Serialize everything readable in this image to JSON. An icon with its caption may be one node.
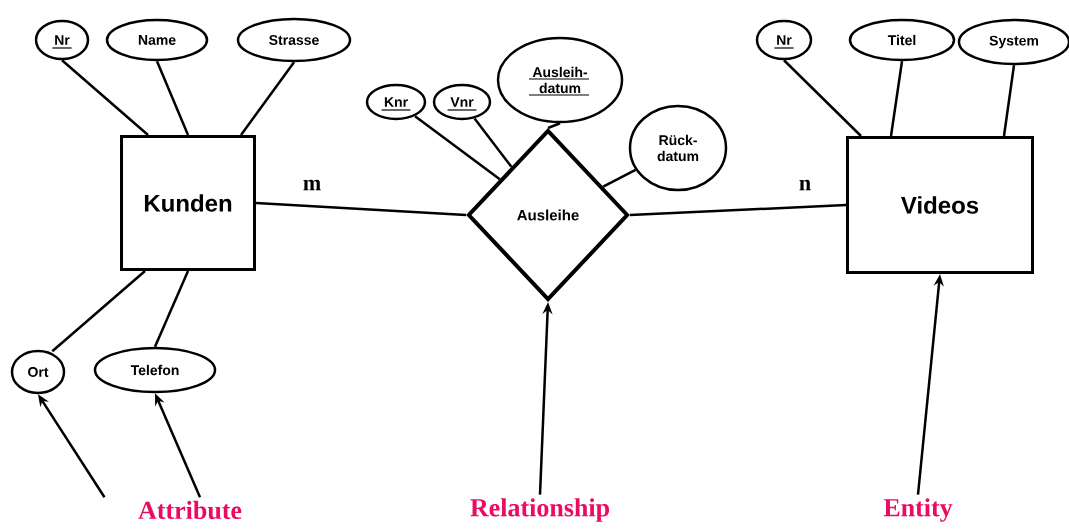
{
  "diagram": {
    "nodes": [
      {
        "text": [
          "Kunden"
        ]
      },
      {
        "text": [
          "Ausleihe"
        ]
      },
      {
        "text": [
          "Videos"
        ]
      },
      {
        "text": [
          "Nr"
        ]
      },
      {
        "text": [
          "Name"
        ]
      },
      {
        "text": [
          "Strasse"
        ]
      },
      {
        "text": [
          "Ort"
        ]
      },
      {
        "text": [
          "Telefon"
        ]
      },
      {
        "text": [
          "Knr"
        ]
      },
      {
        "text": [
          "Vnr"
        ]
      },
      {
        "text": [
          "Ausleih-datum"
        ]
      },
      {
        "text": [
          "Rück-datum"
        ]
      },
      {
        "text": [
          "Nr"
        ]
      },
      {
        "text": [
          "Titel"
        ]
      },
      {
        "text": [
          "System"
        ]
      },
      {
        "text": [
          "Attribute"
        ]
      },
      {
        "text": [
          "Relationship"
        ]
      },
      {
        "text": [
          "Entity"
        ]
      }
    ],
    "edges": [
      {
        "from": 3,
        "to": 0,
        "arrow": "none"
      },
      {
        "from": 4,
        "to": 0,
        "arrow": "none"
      },
      {
        "from": 5,
        "to": 0,
        "arrow": "none"
      },
      {
        "from": 0,
        "to": 6,
        "arrow": "none"
      },
      {
        "from": 0,
        "to": 7,
        "arrow": "none"
      },
      {
        "from": 8,
        "to": 1,
        "arrow": "none"
      },
      {
        "from": 9,
        "to": 1,
        "arrow": "none"
      },
      {
        "from": 10,
        "to": 1,
        "arrow": "none"
      },
      {
        "from": 11,
        "to": 1,
        "arrow": "none"
      },
      {
        "from": 12,
        "to": 2,
        "arrow": "none"
      },
      {
        "from": 13,
        "to": 2,
        "arrow": "none"
      },
      {
        "from": 14,
        "to": 2,
        "arrow": "none"
      },
      {
        "from": 0,
        "to": 1,
        "arrow": "none",
        "label": "m"
      },
      {
        "from": 1,
        "to": 2,
        "arrow": "none",
        "label": "n"
      },
      {
        "from": 15,
        "to": 6,
        "arrow": "to"
      },
      {
        "from": 15,
        "to": 7,
        "arrow": "to"
      },
      {
        "from": 16,
        "to": 1,
        "arrow": "to"
      },
      {
        "from": 17,
        "to": 2,
        "arrow": "to"
      }
    ]
  }
}
